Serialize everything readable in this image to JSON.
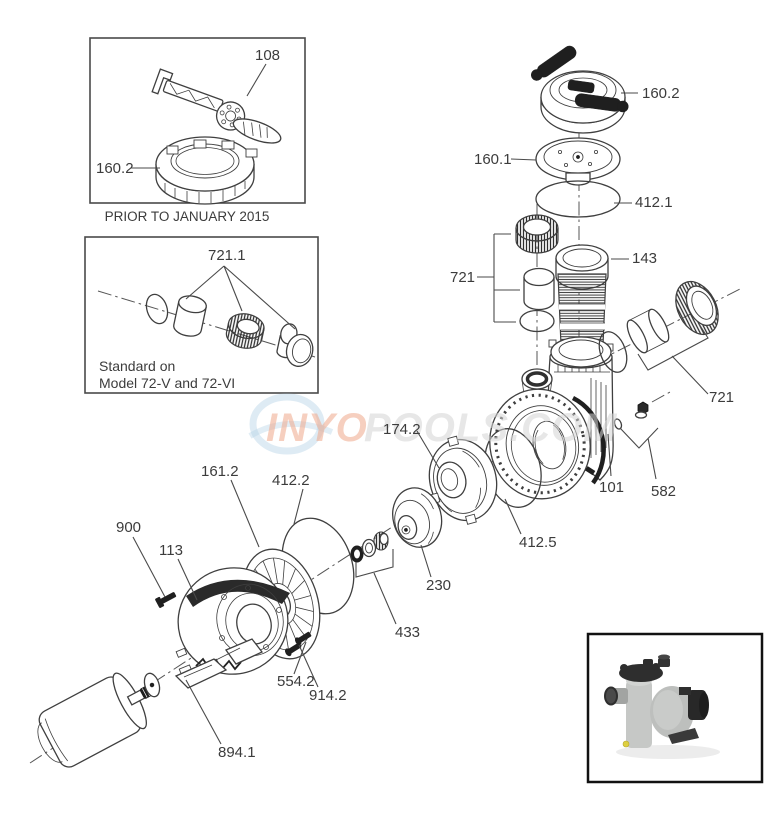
{
  "diagram": {
    "inset_prior_2015": {
      "caption": "PRIOR TO JANUARY 2015",
      "wrench_label": "108",
      "lock_ring_label": "160.2"
    },
    "inset_union_kit": {
      "kit_label": "721.1",
      "caption_line1": "Standard on",
      "caption_line2": "Model 72-V and 72-VI"
    },
    "callouts": {
      "clamp_ring": "160.2",
      "lid": "160.1",
      "lid_oring": "412.1",
      "strainer_basket": "143",
      "union_inlet": "721",
      "union_discharge": "721",
      "pump_housing": "101",
      "drain_plug": "582",
      "diffuser": "174.2",
      "diffuser_oring": "412.5",
      "impeller": "230",
      "shaft_seal": "433",
      "seal_plate": "161.2",
      "housing_oring": "412.2",
      "motor_bolt": "900",
      "motor_bracket": "113",
      "screw_small": "554.2",
      "screw_large": "914.2",
      "motor_base": "894.1"
    },
    "watermark": {
      "text_left": "INYO",
      "text_right": "POOLS.COM",
      "color_left": "#f0a98c",
      "color_right": "#d4d4d4",
      "swirl_color": "#b5d3e6"
    },
    "colors": {
      "line": "#3f3f3f",
      "label_text": "#3c3c3c",
      "background": "#ffffff"
    }
  },
  "product_photo": {
    "pump_body_color": "#c6c8c6",
    "volute_color": "#bdbfbd",
    "motor_color": "#282828",
    "lid_color": "#2e2e2e",
    "port_color": "#4a4a4a",
    "plug_color": "#ddcf3f"
  }
}
